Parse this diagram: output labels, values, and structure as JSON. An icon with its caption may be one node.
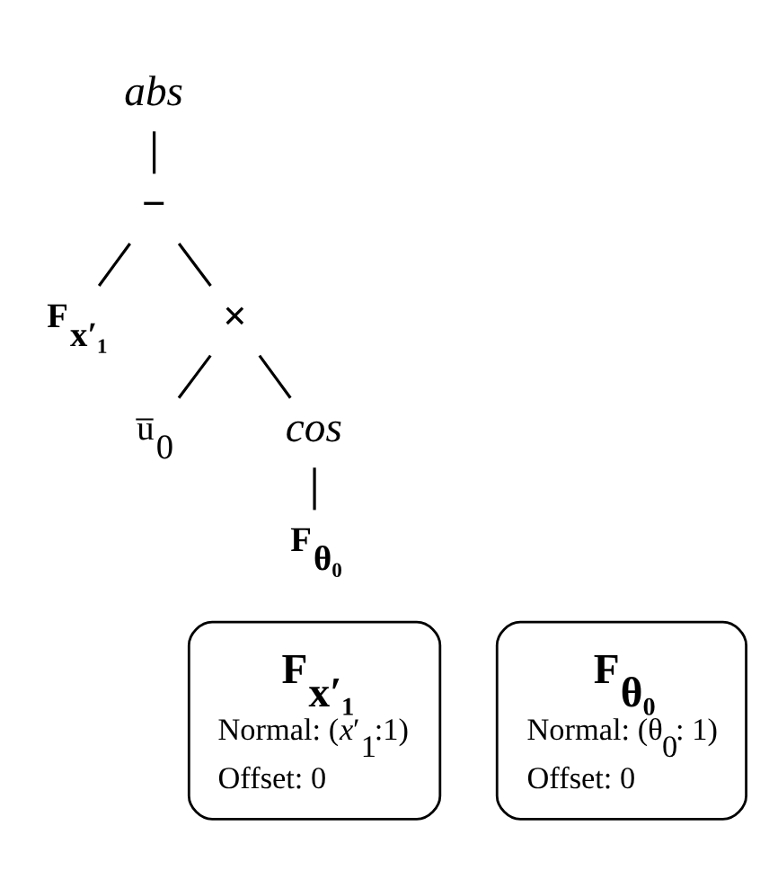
{
  "diagram": {
    "nodes": [
      {
        "text": [
          "abs"
        ]
      },
      {
        "text": [
          "−"
        ]
      },
      {
        "text": [
          "F$_{x′₁}$"
        ]
      },
      {
        "text": [
          "×"
        ]
      },
      {
        "text": [
          "u̅$_{0}$"
        ]
      },
      {
        "text": [
          "cos"
        ]
      },
      {
        "text": [
          "F$_{θ₀}$"
        ]
      },
      {
        "text": [
          "F$_{x′₁}$",
          "Normal: (*x*′$_{1}$:1)",
          "Offset: 0"
        ]
      },
      {
        "text": [
          "F$_{θ₀}$",
          "Normal: (θ$_{0}$: 1)",
          "Offset: 0"
        ]
      }
    ],
    "edges": [
      {
        "from": 0,
        "to": 1,
        "arrow": "none"
      },
      {
        "from": 1,
        "to": 2,
        "arrow": "none"
      },
      {
        "from": 1,
        "to": 3,
        "arrow": "none"
      },
      {
        "from": 3,
        "to": 4,
        "arrow": "none"
      },
      {
        "from": 3,
        "to": 5,
        "arrow": "none"
      },
      {
        "from": 5,
        "to": 6,
        "arrow": "none"
      }
    ]
  }
}
